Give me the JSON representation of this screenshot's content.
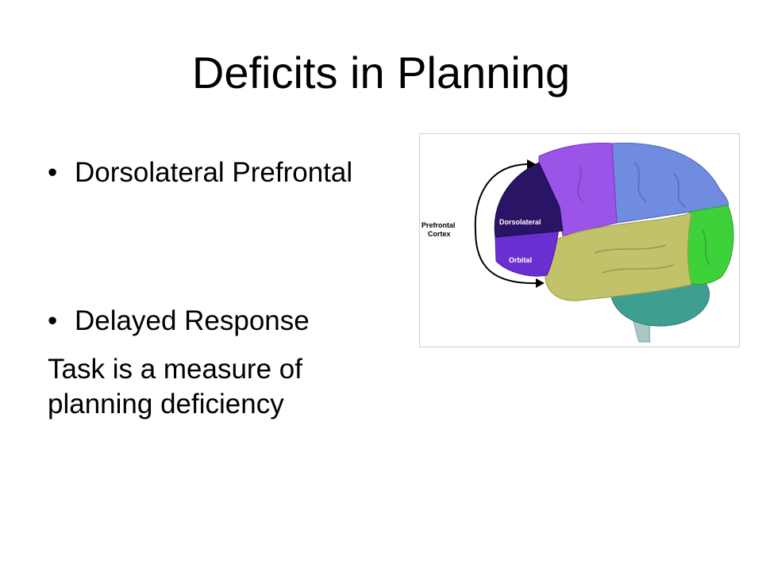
{
  "slide": {
    "title": "Deficits in Planning",
    "bullets": [
      {
        "symbol": "•",
        "text": "Dorsolateral Prefrontal"
      },
      {
        "symbol": "•",
        "text": "Delayed Response"
      }
    ],
    "body": "Task is a measure of planning deficiency"
  },
  "figure": {
    "label_cortex_line1": "Prefrontal",
    "label_cortex_line2": "Cortex",
    "label_dorsolateral": "Dorsolateral",
    "label_orbital": "Orbital",
    "colors": {
      "dorsolateral": "#2a1466",
      "orbital": "#6a2fd0",
      "frontal": "#9a55e8",
      "parietal": "#6f8ce0",
      "occipital": "#3ed13a",
      "temporal": "#c2c26a",
      "cerebellum": "#3f9e92",
      "brainstem": "#a8c8c8"
    }
  }
}
